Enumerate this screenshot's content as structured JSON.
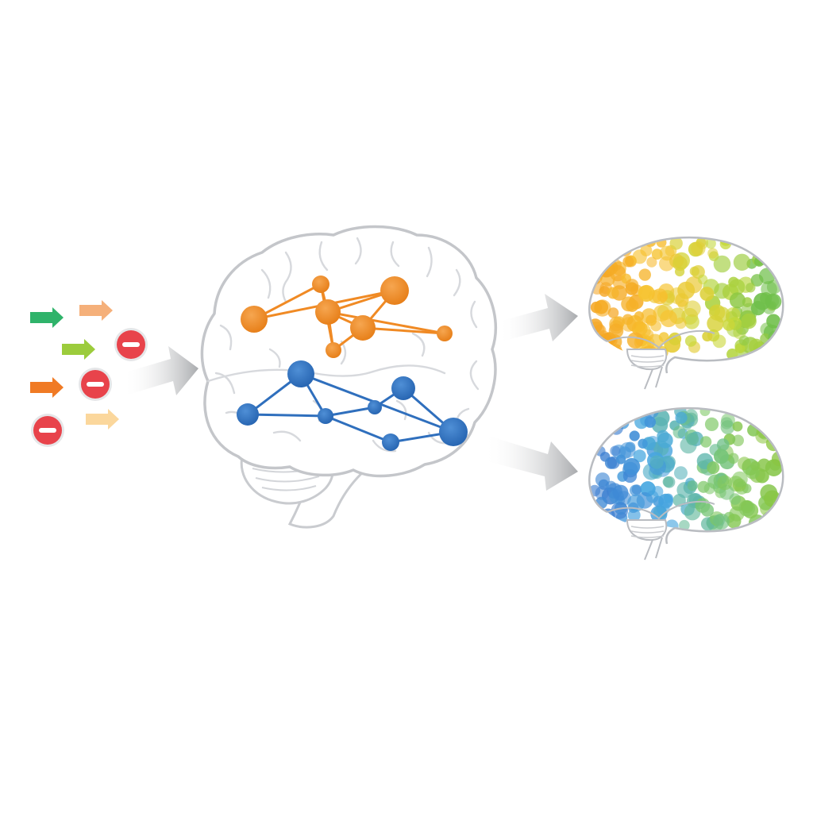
{
  "colors": {
    "background": "#ffffff",
    "outline": "#c9cbcf",
    "outline_dark": "#b9bcc1",
    "fold": "#d7d9dd",
    "brain_fill": "#ffffff",
    "flow_arrow": "#a9abae",
    "orange_network": "#f08a24",
    "blue_network": "#2f6fbd",
    "stop_red": "#e8434b"
  },
  "inputs": {
    "arrows": [
      {
        "name": "input-arrow-green",
        "color": "#2fb36a"
      },
      {
        "name": "input-arrow-peach",
        "color": "#f5b07a"
      },
      {
        "name": "input-arrow-lime",
        "color": "#9ccc3c"
      },
      {
        "name": "input-arrow-orange",
        "color": "#f07a24"
      },
      {
        "name": "input-arrow-cream",
        "color": "#fbd79c"
      }
    ],
    "stop_badges": [
      {
        "name": "stop-badge-top"
      },
      {
        "name": "stop-badge-middle"
      },
      {
        "name": "stop-badge-bottom"
      }
    ]
  },
  "networks": {
    "orange": {
      "nodes": [
        {
          "id": "o1",
          "r": 11
        },
        {
          "id": "o2",
          "r": 17
        },
        {
          "id": "o3",
          "r": 16
        },
        {
          "id": "o4",
          "r": 10
        },
        {
          "id": "o5",
          "r": 16
        },
        {
          "id": "o6",
          "r": 18
        },
        {
          "id": "o7",
          "r": 10
        }
      ],
      "edges": [
        [
          "o1",
          "o2"
        ],
        [
          "o1",
          "o3"
        ],
        [
          "o1",
          "o4"
        ],
        [
          "o3",
          "o4"
        ],
        [
          "o3",
          "o5"
        ],
        [
          "o3",
          "o6"
        ],
        [
          "o4",
          "o5"
        ],
        [
          "o5",
          "o7"
        ],
        [
          "o5",
          "o6"
        ],
        [
          "o2",
          "o6"
        ],
        [
          "o3",
          "o7"
        ]
      ]
    },
    "blue": {
      "nodes": [
        {
          "id": "b1",
          "r": 14
        },
        {
          "id": "b2",
          "r": 17
        },
        {
          "id": "b3",
          "r": 10
        },
        {
          "id": "b4",
          "r": 9
        },
        {
          "id": "b5",
          "r": 15
        },
        {
          "id": "b6",
          "r": 11
        },
        {
          "id": "b7",
          "r": 18
        }
      ],
      "edges": [
        [
          "b1",
          "b2"
        ],
        [
          "b1",
          "b3"
        ],
        [
          "b2",
          "b3"
        ],
        [
          "b3",
          "b4"
        ],
        [
          "b4",
          "b5"
        ],
        [
          "b5",
          "b7"
        ],
        [
          "b6",
          "b7"
        ],
        [
          "b3",
          "b6"
        ],
        [
          "b2",
          "b7"
        ]
      ]
    }
  },
  "outputs": {
    "top_map": {
      "gradient": [
        "#f5a623",
        "#f7c331",
        "#c5d93a",
        "#6fbf4a"
      ]
    },
    "bottom_map": {
      "gradient": [
        "#3d7fd1",
        "#45a6e0",
        "#7cc86a",
        "#8cc63f"
      ]
    }
  }
}
